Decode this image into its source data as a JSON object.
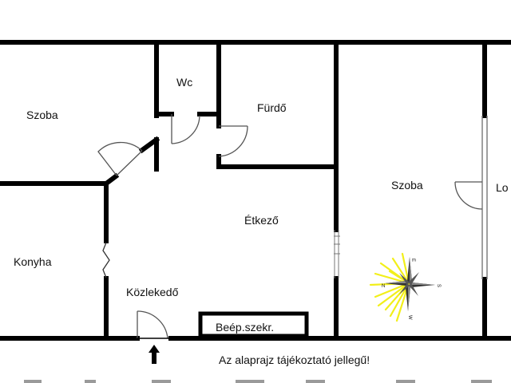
{
  "rooms": {
    "szoba_left": "Szoba",
    "wc": "Wc",
    "furdo": "Fürdő",
    "szoba_right": "Szoba",
    "loggia": "Lo",
    "etkezo": "Étkező",
    "konyha": "Konyha",
    "kozlekedo": "Közlekedő",
    "beep_szekr": "Beép.szekr."
  },
  "compass": {
    "north": "N",
    "east": "E",
    "south": "S",
    "west": "W"
  },
  "disclaimer": "Az alaprajz tájékoztató jellegű!",
  "colors": {
    "wall": "#000000",
    "door": "#555555",
    "sun": "#f2ef1a"
  }
}
